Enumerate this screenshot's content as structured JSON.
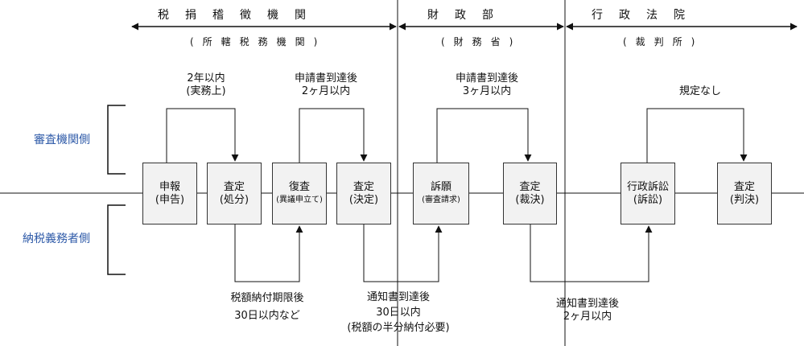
{
  "headers": [
    {
      "name": "税捐稽徵機関",
      "sub": "(所轄税務機関)"
    },
    {
      "name": "財政部",
      "sub": "(財務省)"
    },
    {
      "name": "行政法院",
      "sub": "(裁判所)"
    }
  ],
  "sides": {
    "top": "審査機関側",
    "bottom": "納税義務者側"
  },
  "boxes": [
    {
      "main": "申報",
      "sub": "(申告)"
    },
    {
      "main": "査定",
      "sub": "(処分)"
    },
    {
      "main": "復査",
      "sub": "(異議申立て)"
    },
    {
      "main": "査定",
      "sub": "(決定)"
    },
    {
      "main": "訴願",
      "sub": "(審査請求)"
    },
    {
      "main": "査定",
      "sub": "(裁決)"
    },
    {
      "main": "行政訴訟",
      "sub": "(訴訟)"
    },
    {
      "main": "査定",
      "sub": "(判決)"
    }
  ],
  "top_labels": [
    {
      "l1": "2年以内",
      "l2": "(実務上)"
    },
    {
      "l1": "申請書到達後",
      "l2": "2ヶ月以内"
    },
    {
      "l1": "申請書到達後",
      "l2": "3ヶ月以内"
    },
    {
      "l1": "規定なし"
    }
  ],
  "bottom_labels": [
    {
      "l1": "税額納付期限後",
      "l2": "30日以内など"
    },
    {
      "l1": "通知書到達後",
      "l2": "30日以内",
      "l3": "(税額の半分納付必要)"
    },
    {
      "l1": "通知書到達後",
      "l2": "2ヶ月以内"
    }
  ]
}
